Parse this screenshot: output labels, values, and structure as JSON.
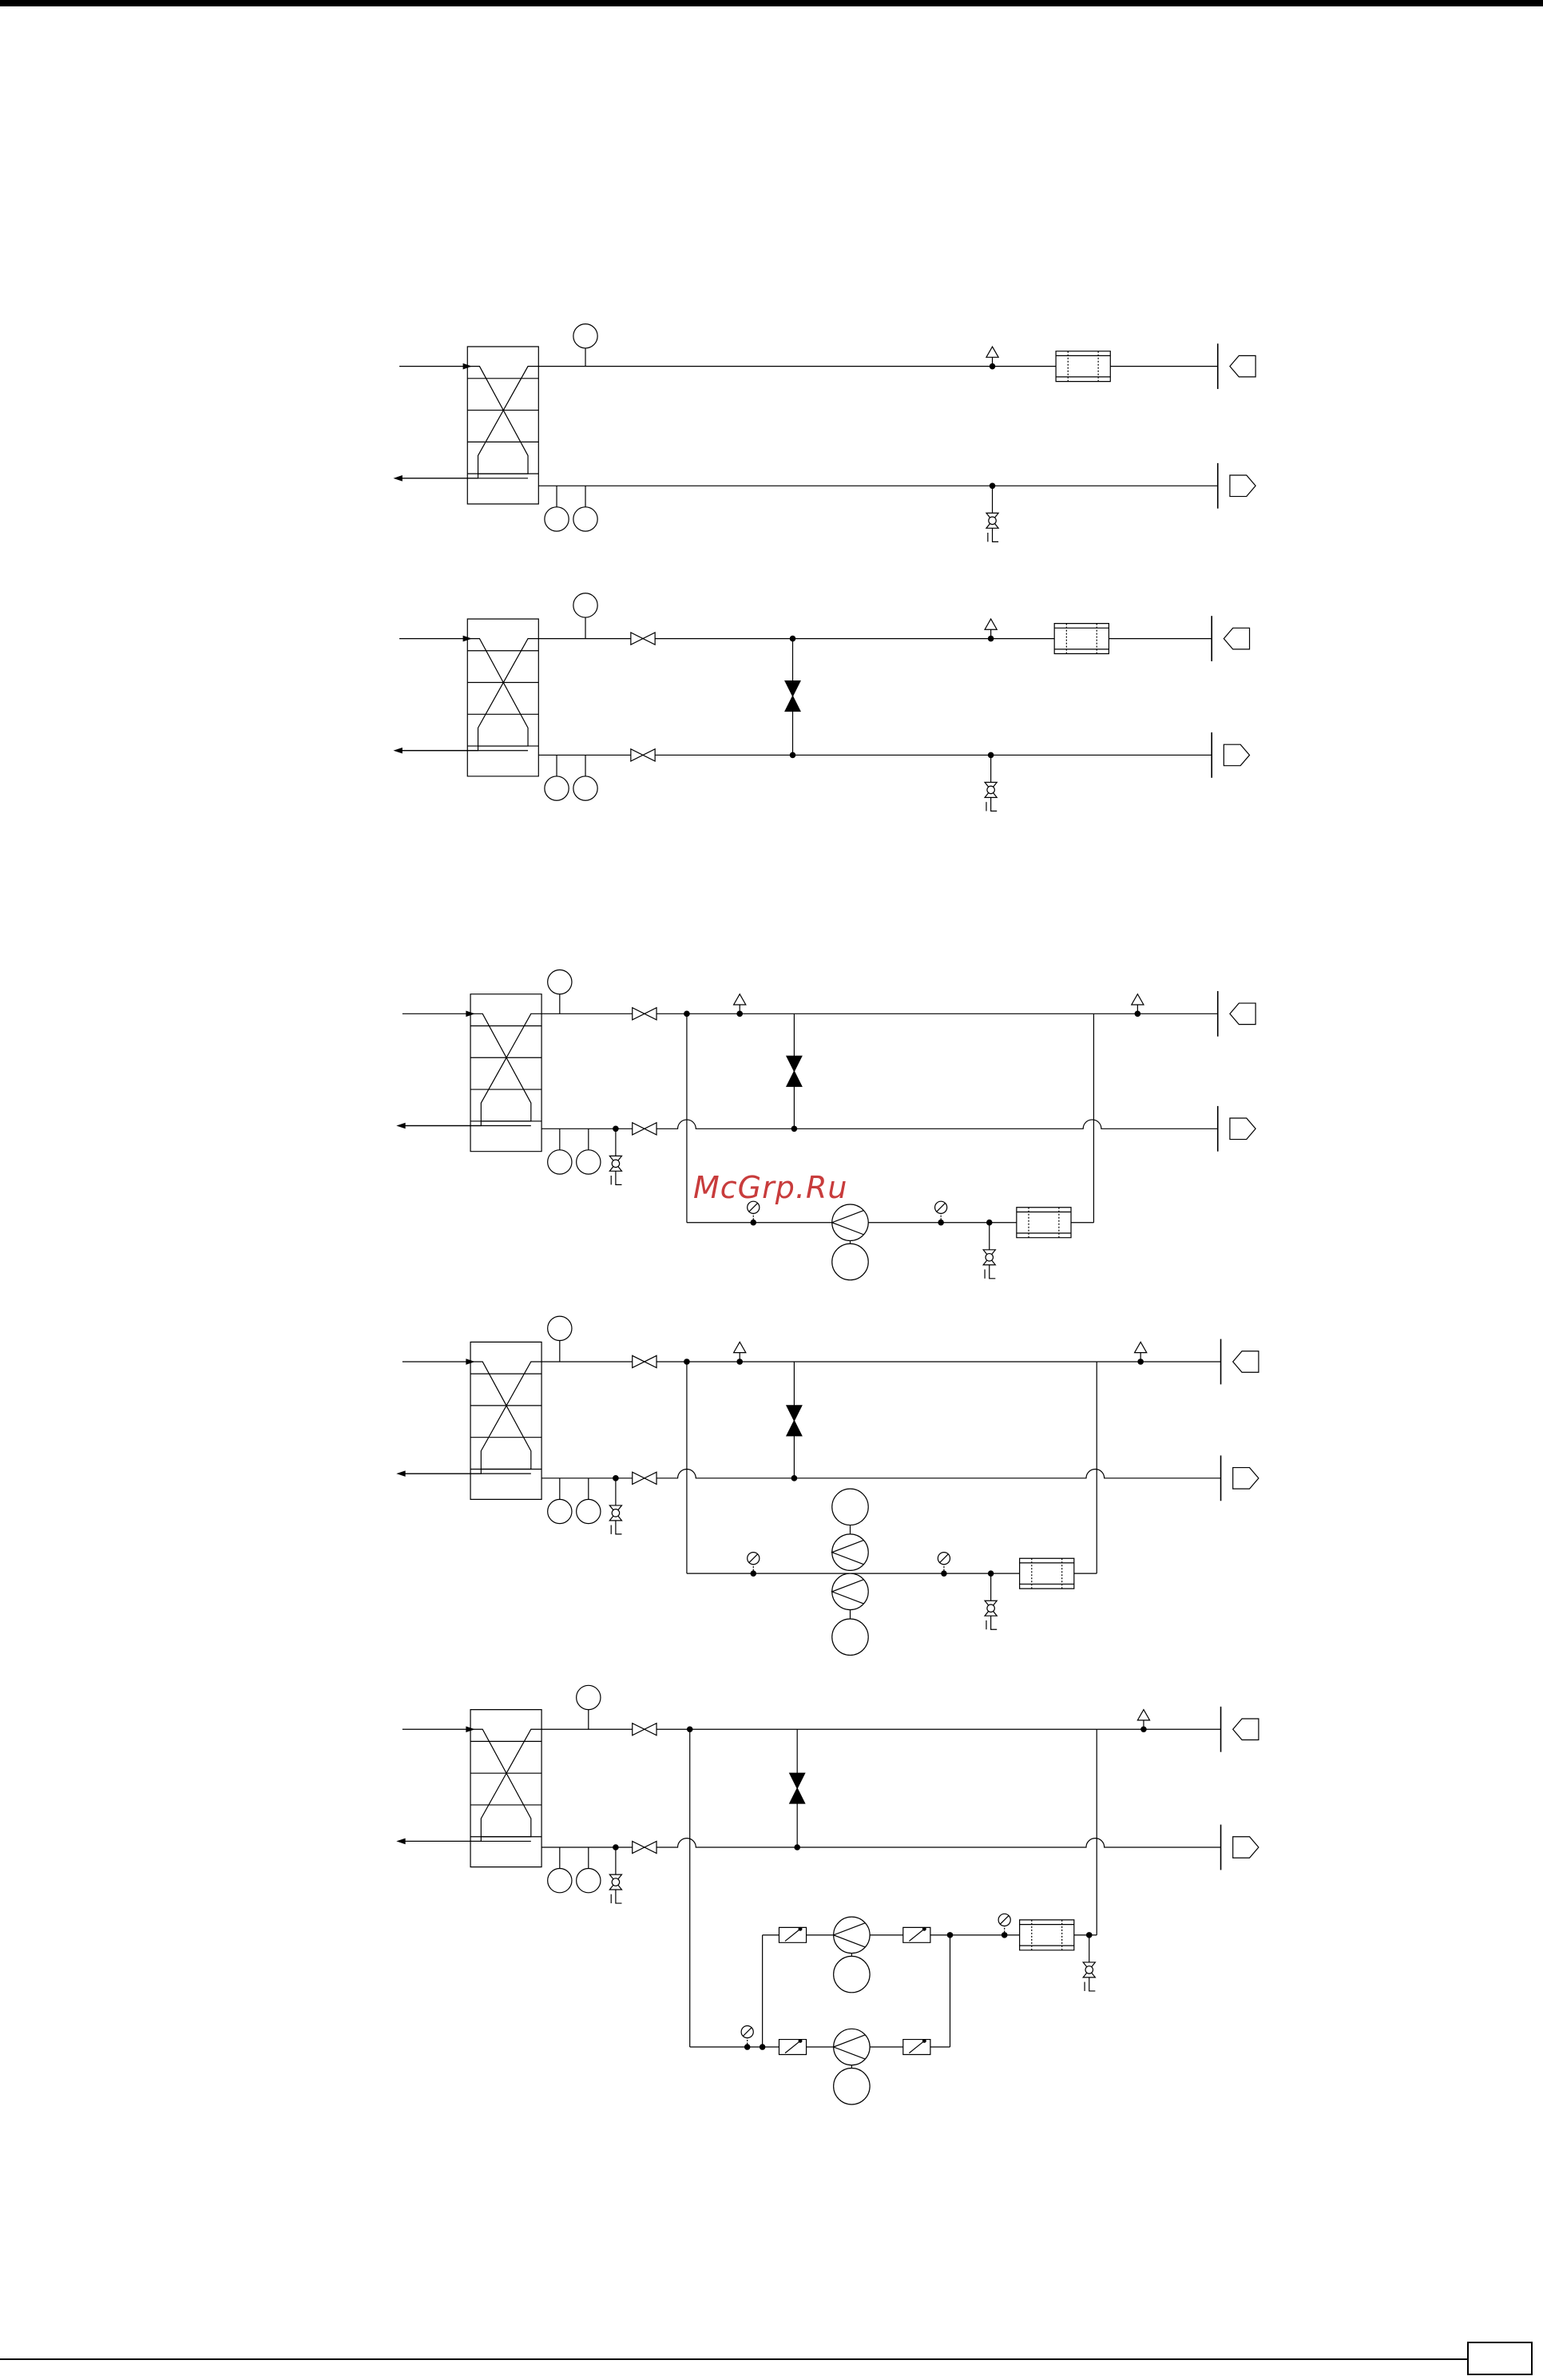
{
  "watermark": {
    "text": "McGrp.Ru",
    "color": "#c83c3c"
  },
  "page": {
    "background": "#ffffff",
    "ink": "#000000"
  },
  "schemes": [
    {
      "id": "scheme-1",
      "components": [
        "heat-exchanger",
        "expansion-vessel",
        "pressure-gauges",
        "air-vent",
        "filter",
        "drain-valve",
        "supply-arrow",
        "return-arrow"
      ]
    },
    {
      "id": "scheme-2",
      "components": [
        "heat-exchanger",
        "expansion-vessel",
        "pressure-gauges",
        "shutoff-valves",
        "bypass-valve",
        "air-vent",
        "filter",
        "drain-valve",
        "supply-arrow",
        "return-arrow"
      ]
    },
    {
      "id": "scheme-3",
      "components": [
        "heat-exchanger",
        "expansion-vessel",
        "pressure-gauges",
        "shutoff-valves",
        "bypass-valve",
        "air-vents",
        "pump",
        "thermometers",
        "filter",
        "drain-valves",
        "supply-arrow",
        "return-arrow"
      ]
    },
    {
      "id": "scheme-4",
      "components": [
        "heat-exchanger",
        "expansion-vessel",
        "pressure-gauges",
        "shutoff-valves",
        "bypass-valve",
        "air-vents",
        "twin-pump",
        "thermometers",
        "filter",
        "drain-valves",
        "supply-arrow",
        "return-arrow"
      ]
    },
    {
      "id": "scheme-5",
      "components": [
        "heat-exchanger",
        "expansion-vessel",
        "pressure-gauges",
        "shutoff-valves",
        "bypass-valve",
        "air-vent",
        "parallel-pumps",
        "check-valves",
        "thermometers",
        "filter",
        "drain-valves",
        "supply-arrow",
        "return-arrow"
      ]
    }
  ]
}
